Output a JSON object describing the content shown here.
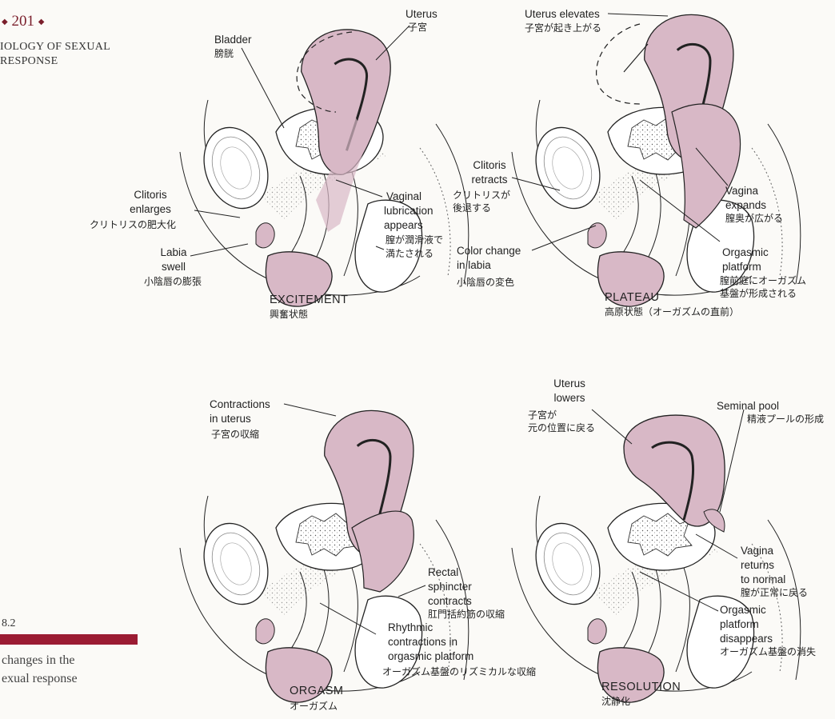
{
  "header": {
    "page_number": "201",
    "running_head_line1": "IOLOGY OF SEXUAL",
    "running_head_line2": "RESPONSE"
  },
  "figure": {
    "number": "8.2",
    "caption_line1": "changes in the",
    "caption_line2": "exual response",
    "accent_color": "#9b1b33",
    "tissue_color": "#d8b8c6"
  },
  "panels": {
    "excitement": {
      "title": "EXCITEMENT",
      "title_jp": "興奮状態",
      "labels": {
        "uterus": "Uterus",
        "uterus_jp": "子宮",
        "bladder": "Bladder",
        "bladder_jp": "膀胱",
        "clitoris_1": "Clitoris",
        "clitoris_2": "enlarges",
        "clitoris_jp": "クリトリスの肥大化",
        "labia_1": "Labia",
        "labia_2": "swell",
        "labia_jp": "小陰唇の膨張",
        "vaginal_1": "Vaginal",
        "vaginal_2": "lubrication",
        "vaginal_3": "appears",
        "vaginal_jp1": "膣が潤滑液で",
        "vaginal_jp2": "満たされる"
      }
    },
    "plateau": {
      "title": "PLATEAU",
      "title_jp": "高原状態（オーガズムの直前）",
      "labels": {
        "uterus": "Uterus elevates",
        "uterus_jp": "子宮が起き上がる",
        "clitoris_1": "Clitoris",
        "clitoris_2": "retracts",
        "clitoris_jp1": "クリトリスが",
        "clitoris_jp2": "後退する",
        "color_1": "Color change",
        "color_2": "in labia",
        "color_jp": "小陰唇の変色",
        "vagina_1": "Vagina",
        "vagina_2": "expands",
        "vagina_jp": "膣奥が広がる",
        "platform_1": "Orgasmic",
        "platform_2": "platform",
        "platform_jp1": "膣前庭にオーガズム",
        "platform_jp2": "基盤が形成される"
      }
    },
    "orgasm": {
      "title": "ORGASM",
      "title_jp": "オーガズム",
      "labels": {
        "contr_1": "Contractions",
        "contr_2": "in uterus",
        "contr_jp": "子宮の収縮",
        "rectal_1": "Rectal",
        "rectal_2": "sphincter",
        "rectal_3": "contracts",
        "rectal_jp": "肛門括約筋の収縮",
        "rhythm_1": "Rhythmic",
        "rhythm_2": "contractions in",
        "rhythm_3": "orgasmic platform",
        "rhythm_jp": "オーガズム基盤のリズミカルな収縮"
      }
    },
    "resolution": {
      "title": "RESOLUTION",
      "title_jp": "沈静化",
      "labels": {
        "uterus_1": "Uterus",
        "uterus_2": "lowers",
        "uterus_jp1": "子宮が",
        "uterus_jp2": "元の位置に戻る",
        "seminal": "Seminal pool",
        "seminal_jp": "精液プールの形成",
        "vagina_1": "Vagina",
        "vagina_2": "returns",
        "vagina_3": "to normal",
        "vagina_jp": "膣が正常に戻る",
        "platform_1": "Orgasmic",
        "platform_2": "platform",
        "platform_3": "disappears",
        "platform_jp": "オーガズム基盤の消失"
      }
    }
  }
}
